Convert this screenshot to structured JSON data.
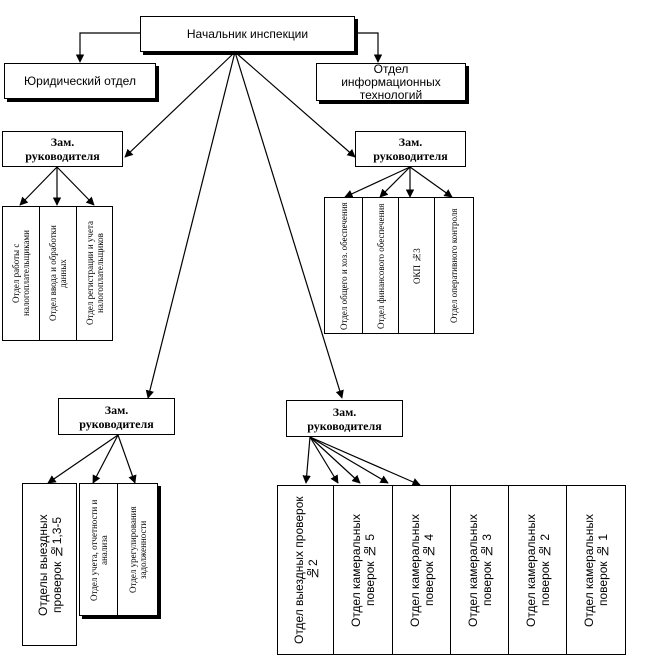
{
  "head": "Начальник инспекции",
  "legal": "Юридический отдел",
  "it": "Отдел информационных технологий",
  "deputy": "Зам. руководителя",
  "group1": [
    "Отдел работы с налогоплательщиками",
    "Отдел ввода и обработки данных",
    "Отдел регистрации и учета налогоплательщиков"
  ],
  "group2": [
    "Отдел общего и хоз. обеспечения",
    "Отдел финансового обеспечения",
    "ОКП №3",
    "Отдел оперативного контроля"
  ],
  "group3": [
    "Отделы выездных проверок №1,3-5",
    "Отдел учета, отчетности и анализа",
    "Отдел урегулирования задолженности"
  ],
  "group4": [
    "Отдел выездных проверок №2",
    "Отдел камеральных поверок № 5",
    "Отдел камеральных поверок № 4",
    "Отдел камеральных поверок № 3",
    "Отдел камеральных поверок № 2",
    "Отдел камеральных поверок № 1"
  ]
}
